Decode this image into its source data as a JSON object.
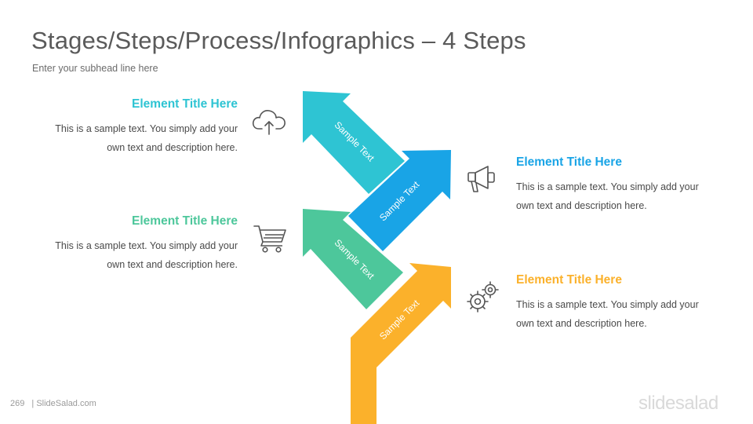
{
  "title": "Stages/Steps/Process/Infographics – 4 Steps",
  "subhead": "Enter your subhead  line here",
  "colors": {
    "cyan": "#2EC4D3",
    "blue": "#19A4E6",
    "green": "#4DC79B",
    "orange": "#FBB12B"
  },
  "blocks": [
    {
      "title": "Element Title Here",
      "line1": "This is a sample text. You simply add your",
      "line2": "own text and description  here.",
      "icon": "cloud-upload-icon"
    },
    {
      "title": "Element Title Here",
      "line1": "This is a sample text. You simply add your",
      "line2": "own text and description  here.",
      "icon": "megaphone-icon"
    },
    {
      "title": "Element Title Here",
      "line1": "This is a sample text. You simply add your",
      "line2": "own text and description  here.",
      "icon": "shopping-cart-icon"
    },
    {
      "title": "Element Title Here",
      "line1": "This is a sample text. You simply add your",
      "line2": "own text and description  here.",
      "icon": "gears-icon"
    }
  ],
  "arrows": [
    "Sample Text",
    "Sample Text",
    "Sample Text",
    "Sample Text"
  ],
  "footer": {
    "page": "269",
    "site": "| SlideSalad.com",
    "brand": "slidesalad"
  }
}
